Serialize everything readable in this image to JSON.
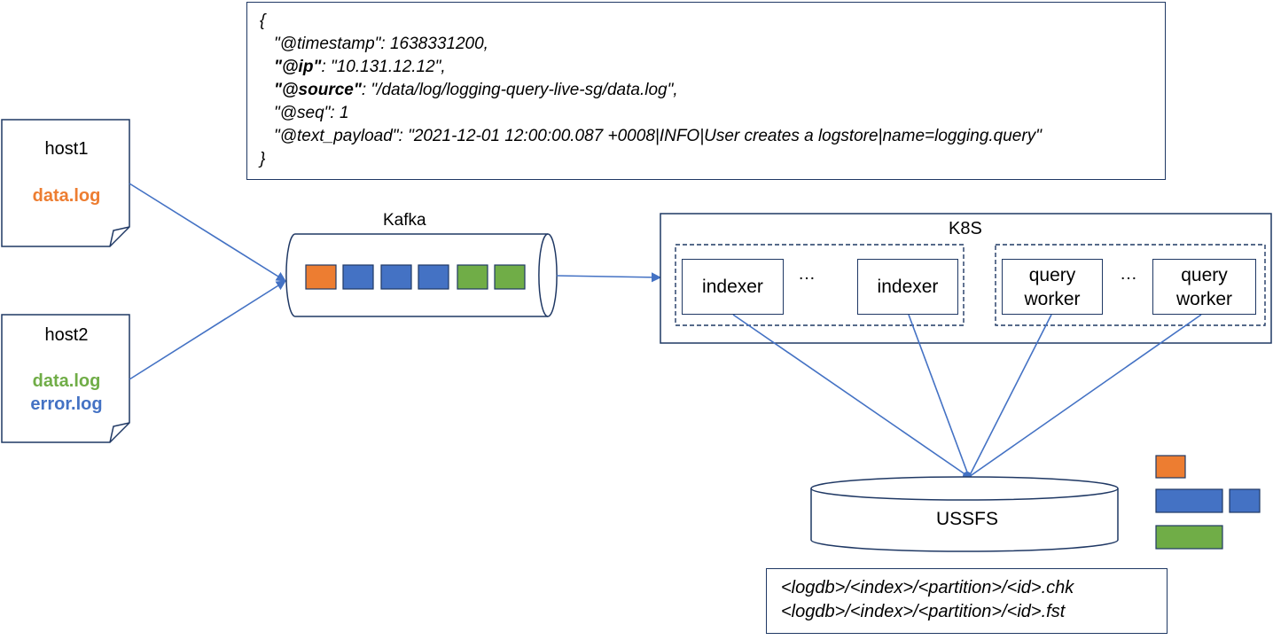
{
  "json_sample": {
    "open_brace": "{",
    "close_brace": "}",
    "lines": [
      {
        "key": "\"@timestamp\"",
        "bold": false,
        "value": ": 1638331200,"
      },
      {
        "key": "\"@ip\"",
        "bold": true,
        "value": ": \"10.131.12.12\","
      },
      {
        "key": "\"@source\"",
        "bold": true,
        "value": ": \"/data/log/logging-query-live-sg/data.log\","
      },
      {
        "key": "\"@seq\"",
        "bold": false,
        "value": ": 1"
      },
      {
        "key": "\"@text_payload\"",
        "bold": false,
        "value": ": \"2021-12-01 12:00:00.087 +0008|INFO|User creates a logstore|name=logging.query\""
      }
    ]
  },
  "hosts": [
    {
      "name": "host1",
      "files": [
        {
          "label": "data.log",
          "color": "#ed7d31"
        }
      ]
    },
    {
      "name": "host2",
      "files": [
        {
          "label": "data.log",
          "color": "#70ad47"
        },
        {
          "label": "error.log",
          "color": "#4472c4"
        }
      ]
    }
  ],
  "kafka": {
    "label": "Kafka",
    "messages": [
      "#ed7d31",
      "#4472c4",
      "#4472c4",
      "#4472c4",
      "#70ad47",
      "#70ad47"
    ]
  },
  "k8s": {
    "label": "K8S",
    "indexer_group": {
      "left": "indexer",
      "ellipsis": "…",
      "right": "indexer"
    },
    "query_group": {
      "left": [
        "query",
        "worker"
      ],
      "ellipsis": "…",
      "right": [
        "query",
        "worker"
      ]
    }
  },
  "storage": {
    "label": "USSFS"
  },
  "legend_colors": [
    "#ed7d31",
    "#4472c4",
    "#4472c4",
    "#70ad47"
  ],
  "paths": [
    "<logdb>/<index>/<partition>/<id>.chk",
    "<logdb>/<index>/<partition>/<id>.fst"
  ],
  "colors": {
    "line": "#4472c4",
    "border": "#1f3864",
    "orange": "#ed7d31",
    "blue": "#4472c4",
    "green": "#70ad47"
  }
}
